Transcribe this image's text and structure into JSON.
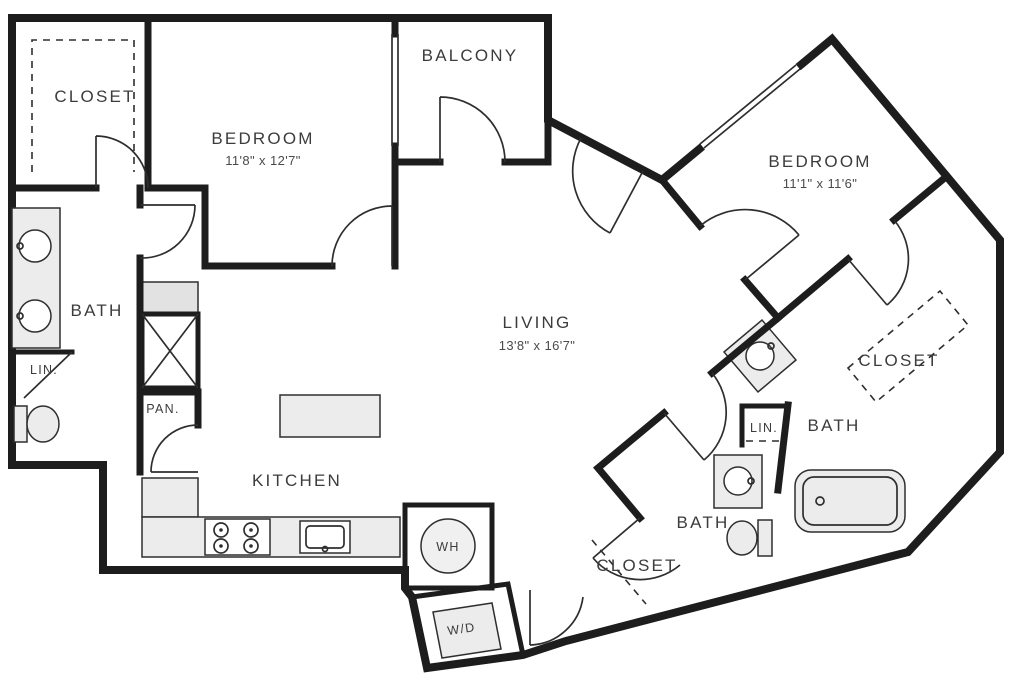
{
  "colors": {
    "wall": "#1d1d1d",
    "line": "#2e2e2e",
    "fixture_fill": "#ececec",
    "text": "#3c3c3c",
    "background": "#ffffff"
  },
  "rooms": {
    "closet_top_left": {
      "label": "CLOSET"
    },
    "bedroom_top": {
      "label": "BEDROOM",
      "dims": "11'8\" x 12'7\""
    },
    "balcony": {
      "label": "BALCONY"
    },
    "bedroom_right": {
      "label": "BEDROOM",
      "dims": "11'1\" x 11'6\""
    },
    "bath_left": {
      "label": "BATH"
    },
    "linen_left": {
      "label": "LIN."
    },
    "living": {
      "label": "LIVING",
      "dims": "13'8\" x 16'7\""
    },
    "pantry": {
      "label": "PAN."
    },
    "kitchen": {
      "label": "KITCHEN"
    },
    "water_heater": {
      "label": "WH"
    },
    "washer_dryer": {
      "label": "W/D"
    },
    "closet_bottom": {
      "label": "CLOSET"
    },
    "bath_middle": {
      "label": "BATH"
    },
    "linen_right": {
      "label": "LIN."
    },
    "bath_right": {
      "label": "BATH"
    },
    "closet_right": {
      "label": "CLOSET"
    }
  }
}
